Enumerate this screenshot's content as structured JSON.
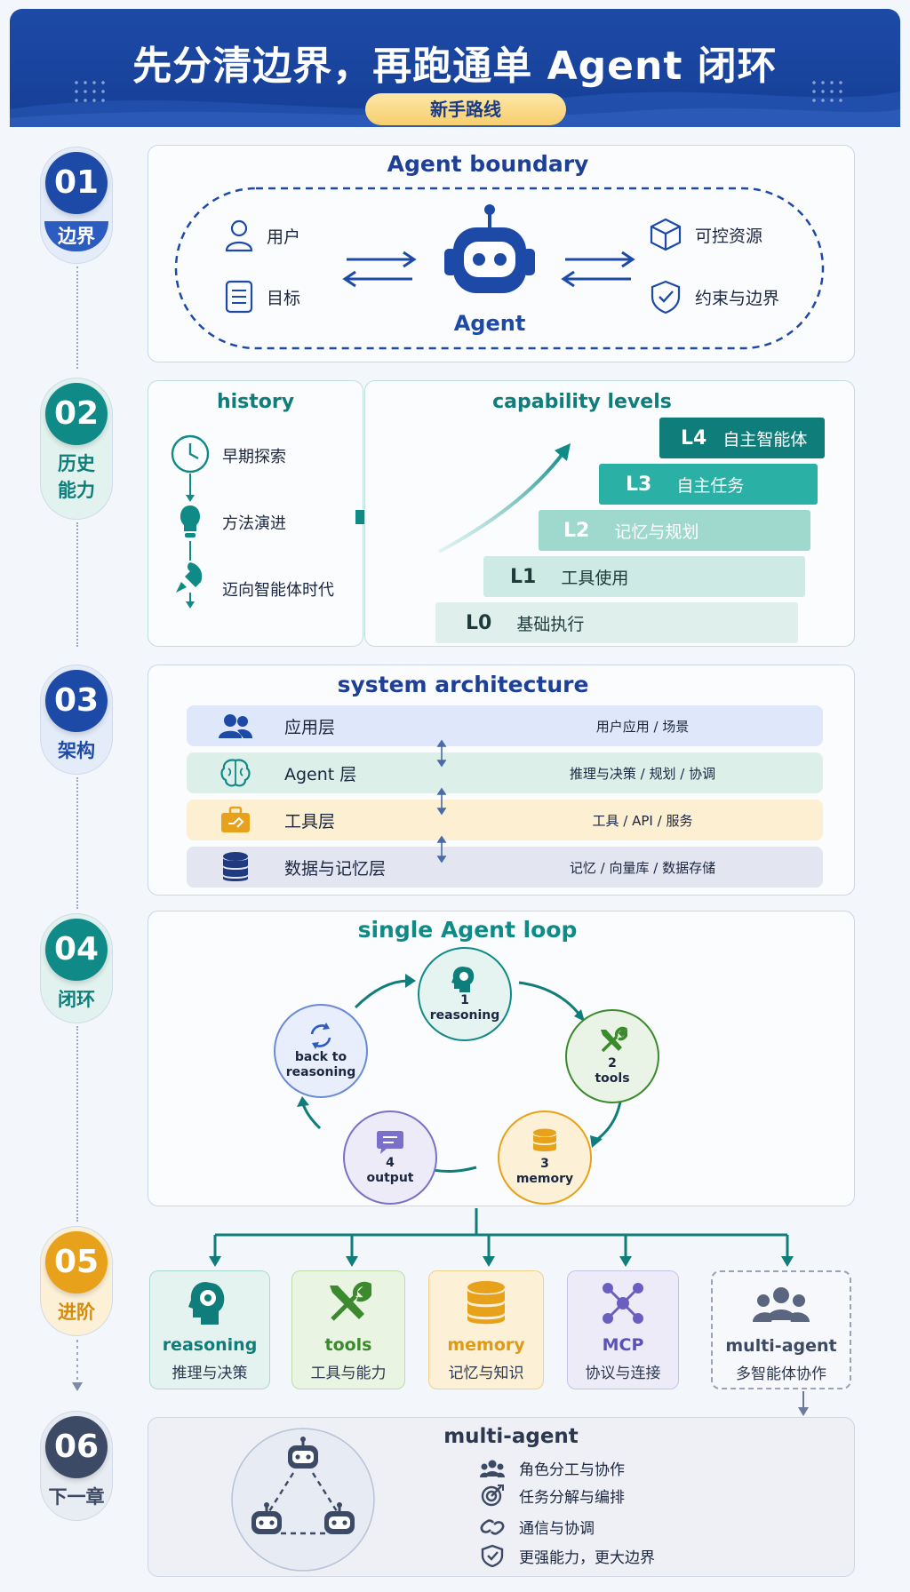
{
  "header": {
    "title": "先分清边界，再跑通单 Agent 闭环",
    "subtitle": "新手路线"
  },
  "steps": [
    {
      "number": "01",
      "label": "边界",
      "color": "#1d4aa7"
    },
    {
      "number": "02",
      "label": "历史能力",
      "label_lines": [
        "历史",
        "能力"
      ],
      "color": "#0f8a87"
    },
    {
      "number": "03",
      "label": "架构",
      "color": "#1d4aa7"
    },
    {
      "number": "04",
      "label": "闭环",
      "color": "#0f8a87"
    },
    {
      "number": "05",
      "label": "进阶",
      "color": "#e8a11a"
    },
    {
      "number": "06",
      "label": "下一章",
      "color": "#3c4a66"
    }
  ],
  "boundary": {
    "title": "Agent boundary",
    "left": [
      "用户",
      "目标"
    ],
    "center": "Agent",
    "right": [
      "可控资源",
      "约束与边界"
    ]
  },
  "history": {
    "title": "history",
    "items": [
      "早期探索",
      "方法演进",
      "迈向智能体时代"
    ]
  },
  "capability": {
    "title": "capability levels",
    "levels": [
      {
        "code": "L0",
        "name": "基础执行"
      },
      {
        "code": "L1",
        "name": "工具使用"
      },
      {
        "code": "L2",
        "name": "记忆与规划"
      },
      {
        "code": "L3",
        "name": "自主任务"
      },
      {
        "code": "L4",
        "name": "自主智能体"
      }
    ]
  },
  "architecture": {
    "title": "system architecture",
    "layers": [
      {
        "name": "应用层",
        "desc": "用户应用 / 场景",
        "icon": "users-icon"
      },
      {
        "name": "Agent 层",
        "desc": "推理与决策 / 规划 / 协调",
        "icon": "brain-icon"
      },
      {
        "name": "工具层",
        "desc": "工具 / API / 服务",
        "icon": "toolbox-icon"
      },
      {
        "name": "数据与记忆层",
        "desc": "记忆 / 向量库 / 数据存储",
        "icon": "database-icon"
      }
    ]
  },
  "loop": {
    "title": "single Agent loop",
    "nodes": [
      {
        "num": "1",
        "label": "reasoning"
      },
      {
        "num": "2",
        "label": "tools"
      },
      {
        "num": "3",
        "label": "memory"
      },
      {
        "num": "4",
        "label": "output"
      },
      {
        "num": "",
        "label": "back to reasoning",
        "label_lines": [
          "back to",
          "reasoning"
        ]
      }
    ]
  },
  "advanced": {
    "cards": [
      {
        "en": "reasoning",
        "zh": "推理与决策",
        "color": "#0f7d7a"
      },
      {
        "en": "tools",
        "zh": "工具与能力",
        "color": "#3c8a2e"
      },
      {
        "en": "memory",
        "zh": "记忆与知识",
        "color": "#e09a16"
      },
      {
        "en": "MCP",
        "zh": "协议与连接",
        "color": "#5b52b5"
      },
      {
        "en": "multi-agent",
        "zh": "多智能体协作",
        "color": "#3c4a66"
      }
    ]
  },
  "next": {
    "title": "multi-agent",
    "items": [
      "角色分工与协作",
      "任务分解与编排",
      "通信与协调",
      "更强能力，更大边界"
    ]
  }
}
